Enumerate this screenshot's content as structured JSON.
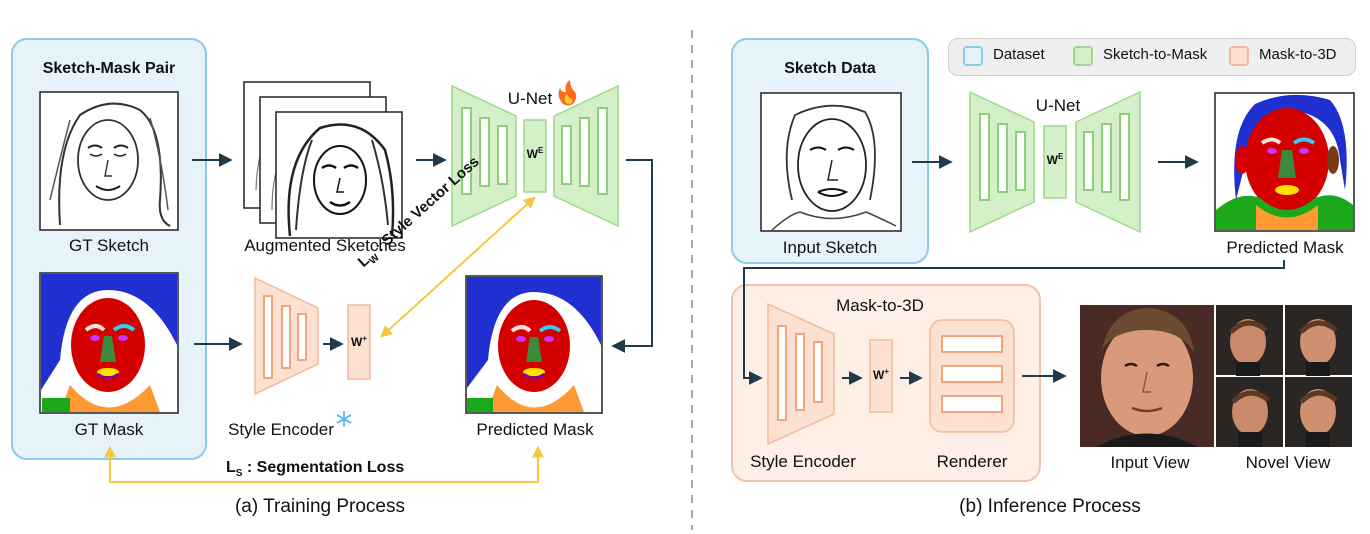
{
  "training": {
    "panel_title": "Sketch-Mask Pair",
    "gt_sketch": "GT Sketch",
    "gt_mask": "GT Mask",
    "augmented": "Augmented Sketches",
    "unet": "U-Net",
    "we": "W",
    "we_sup": "E",
    "wplus": "W",
    "wplus_sup": "+",
    "style_encoder": "Style Encoder",
    "predicted_mask": "Predicted Mask",
    "style_loss_main": "L",
    "style_loss_sub": "W",
    "style_loss_rest": " : Style Vector Loss",
    "seg_loss_main": "L",
    "seg_loss_sub": "S",
    "seg_loss_rest": " : Segmentation Loss",
    "caption": "(a) Training Process"
  },
  "inference": {
    "panel_title": "Sketch Data",
    "input_sketch": "Input Sketch",
    "unet": "U-Net",
    "we": "W",
    "we_sup": "E",
    "predicted_mask": "Predicted Mask",
    "mask_to_3d": "Mask-to-3D",
    "wplus": "W",
    "wplus_sup": "+",
    "style_encoder": "Style Encoder",
    "renderer": "Renderer",
    "input_view": "Input View",
    "novel_view": "Novel View",
    "caption": "(b) Inference Process"
  },
  "legend": {
    "dataset": "Dataset",
    "sketch_to_mask": "Sketch-to-Mask",
    "mask_to_3d": "Mask-to-3D"
  },
  "colors": {
    "dataset_fill": "#e6f3fb",
    "dataset_border": "#8ccbe8",
    "sketch_to_mask_fill": "#d3f0c8",
    "sketch_to_mask_border": "#9ed88c",
    "mask_to_3d_fill": "#fce0d2",
    "mask_to_3d_border": "#f1b99a",
    "loss_line": "#f5c842",
    "arrow": "#1f3a4a"
  }
}
